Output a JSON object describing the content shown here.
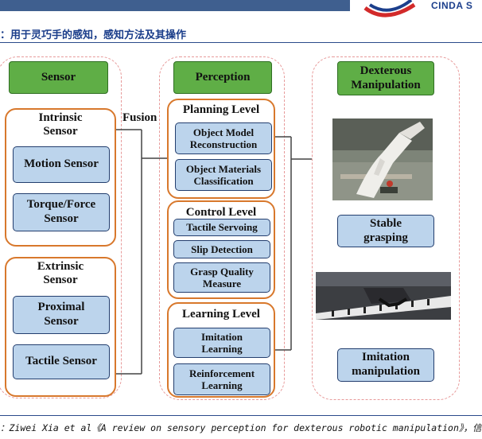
{
  "header": {
    "brand": "CINDA S",
    "figure_title": "：用于灵巧手的感知，感知方法及其操作"
  },
  "sensor_column": {
    "title": "Sensor",
    "intrinsic": {
      "label": "Intrinsic\nSensor",
      "items": [
        "Motion Sensor",
        "Torque/Force\nSensor"
      ]
    },
    "extrinsic": {
      "label": "Extrinsic\nSensor",
      "items": [
        "Proximal\nSensor",
        "Tactile Sensor"
      ]
    }
  },
  "fusion_label": "Fusion",
  "perception_column": {
    "title": "Perception",
    "planning": {
      "label": "Planning Level",
      "items": [
        "Object Model\nReconstruction",
        "Object Materials\nClassification"
      ]
    },
    "control": {
      "label": "Control Level",
      "items": [
        "Tactile Servoing",
        "Slip Detection",
        "Grasp Quality\nMeasure"
      ]
    },
    "learning": {
      "label": "Learning Level",
      "items": [
        "Imitation\nLearning",
        "Reinforcement\nLearning"
      ]
    }
  },
  "manipulation_column": {
    "title": "Dexterous\nManipulation",
    "items": [
      "Stable\ngrasping",
      "Imitation\nmanipulation"
    ]
  },
  "footer": {
    "source": "：Ziwei Xia et al《A review on sensory perception for dexterous robotic manipulation》，信达证"
  },
  "colors": {
    "header_green": "#5fae46",
    "item_blue": "#bcd4ec",
    "group_orange": "#d8782c",
    "dashed_pink": "#e79a9a",
    "title_blue": "#1a3d8a"
  }
}
